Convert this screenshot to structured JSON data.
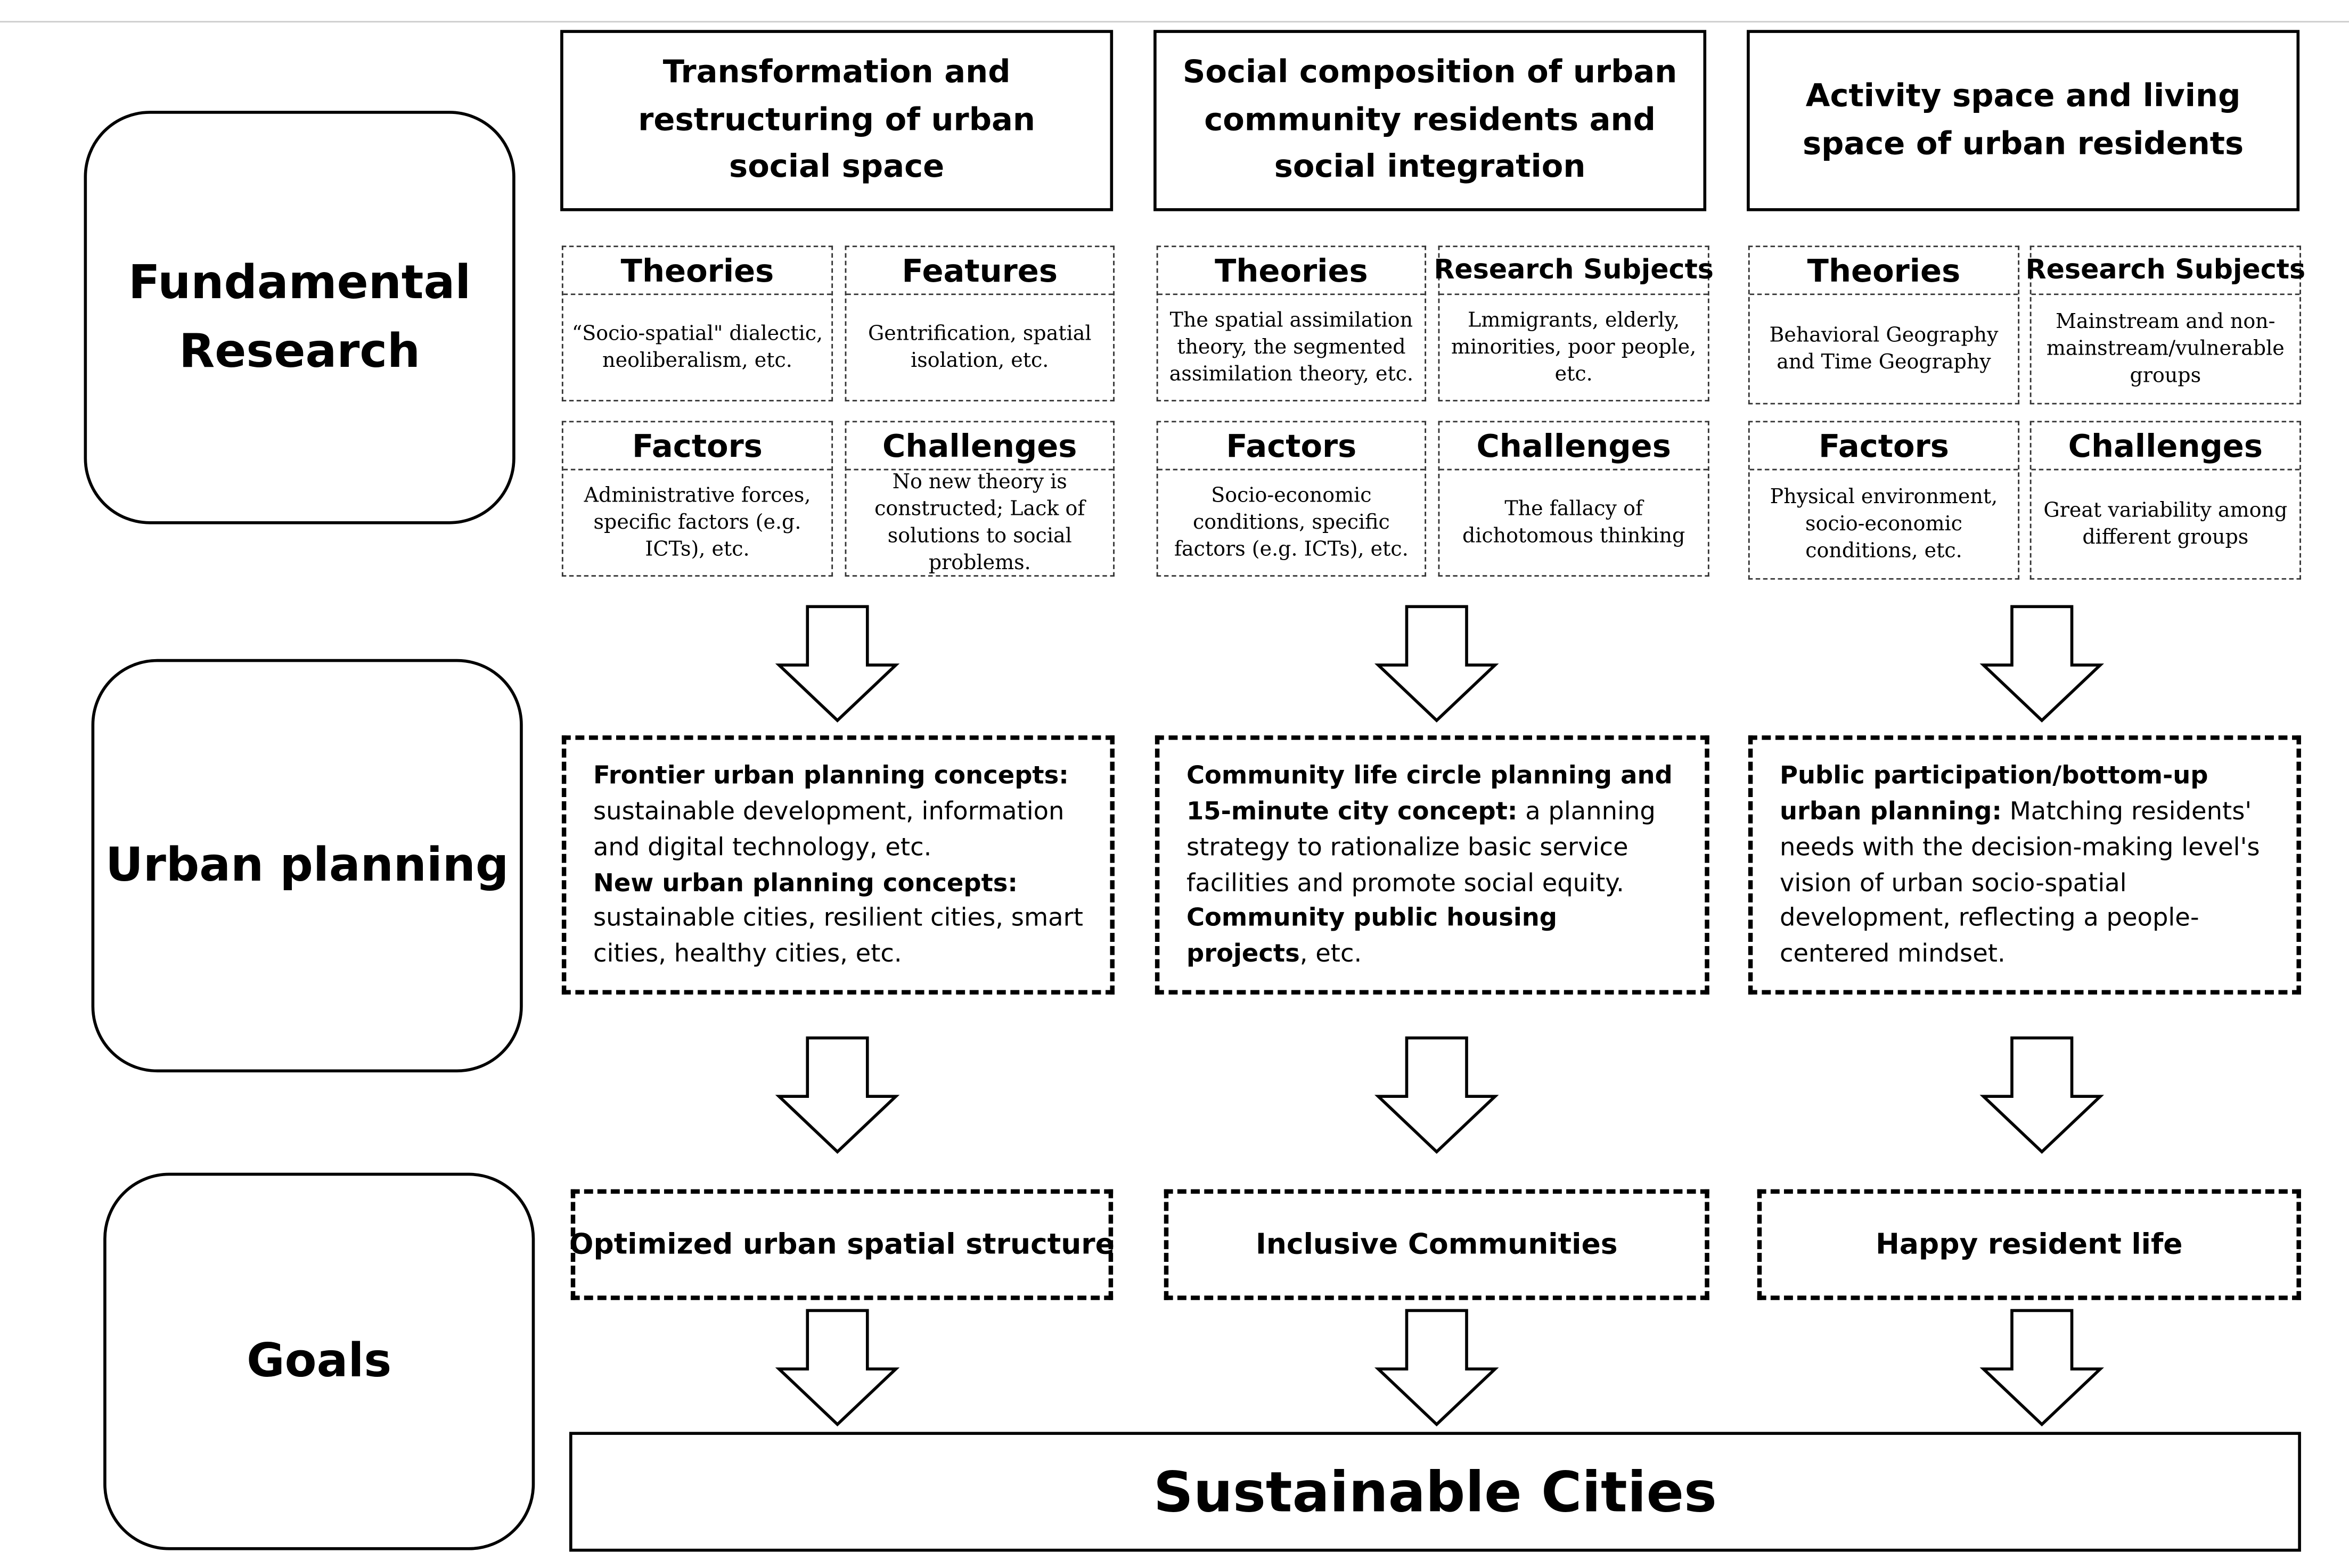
{
  "rows": {
    "fundamental": "Fundamental Research",
    "planning": "Urban planning",
    "goals": "Goals"
  },
  "columns": [
    {
      "title": "Transformation and restructuring of urban social space",
      "cells": [
        {
          "head": "Theories",
          "body": "“Socio-spatial\" dialectic, neoliberalism, etc."
        },
        {
          "head": "Features",
          "body": "Gentrification, spatial isolation, etc."
        },
        {
          "head": "Factors",
          "body": "Administrative forces, specific factors (e.g. ICTs), etc."
        },
        {
          "head": "Challenges",
          "body": "No new theory is constructed; Lack of solutions to social problems."
        }
      ],
      "planning": {
        "p1_bold": "Frontier urban planning concepts:",
        "p1_text": " sustainable development, information and digital technology, etc.",
        "p2_bold": "New urban planning concepts:",
        "p2_text": " sustainable cities, resilient cities, smart cities, healthy cities, etc."
      },
      "goal": "Optimized urban spatial structure"
    },
    {
      "title": "Social composition of urban community residents and social integration",
      "cells": [
        {
          "head": "Theories",
          "body": "The spatial assimilation theory, the segmented assimilation theory, etc."
        },
        {
          "head": "Research Subjects",
          "body": "Lmmigrants, elderly, minorities, poor people, etc."
        },
        {
          "head": "Factors",
          "body": "Socio-economic conditions, specific factors (e.g. ICTs), etc."
        },
        {
          "head": "Challenges",
          "body": "The fallacy of dichotomous thinking"
        }
      ],
      "planning": {
        "p1_bold": "Community life circle planning and 15-minute city concept:",
        "p1_text": " a planning strategy to rationalize basic service facilities and promote social equity.",
        "p2_bold": "Community public housing projects",
        "p2_text": ", etc."
      },
      "goal": "Inclusive Communities"
    },
    {
      "title": "Activity space and living space of urban residents",
      "cells": [
        {
          "head": "Theories",
          "body": "Behavioral Geography and Time Geography"
        },
        {
          "head": "Research Subjects",
          "body": "Mainstream and non-mainstream/vulnerable groups"
        },
        {
          "head": "Factors",
          "body": "Physical environment, socio-economic conditions, etc."
        },
        {
          "head": "Challenges",
          "body": "Great variability among different groups"
        }
      ],
      "planning": {
        "p1_bold": "Public participation/bottom-up urban planning:",
        "p1_text": " Matching residents' needs with the decision-making level's vision of urban socio-spatial development, reflecting a people-centered mindset."
      },
      "goal": "Happy resident life"
    }
  ],
  "final": "Sustainable Cities"
}
